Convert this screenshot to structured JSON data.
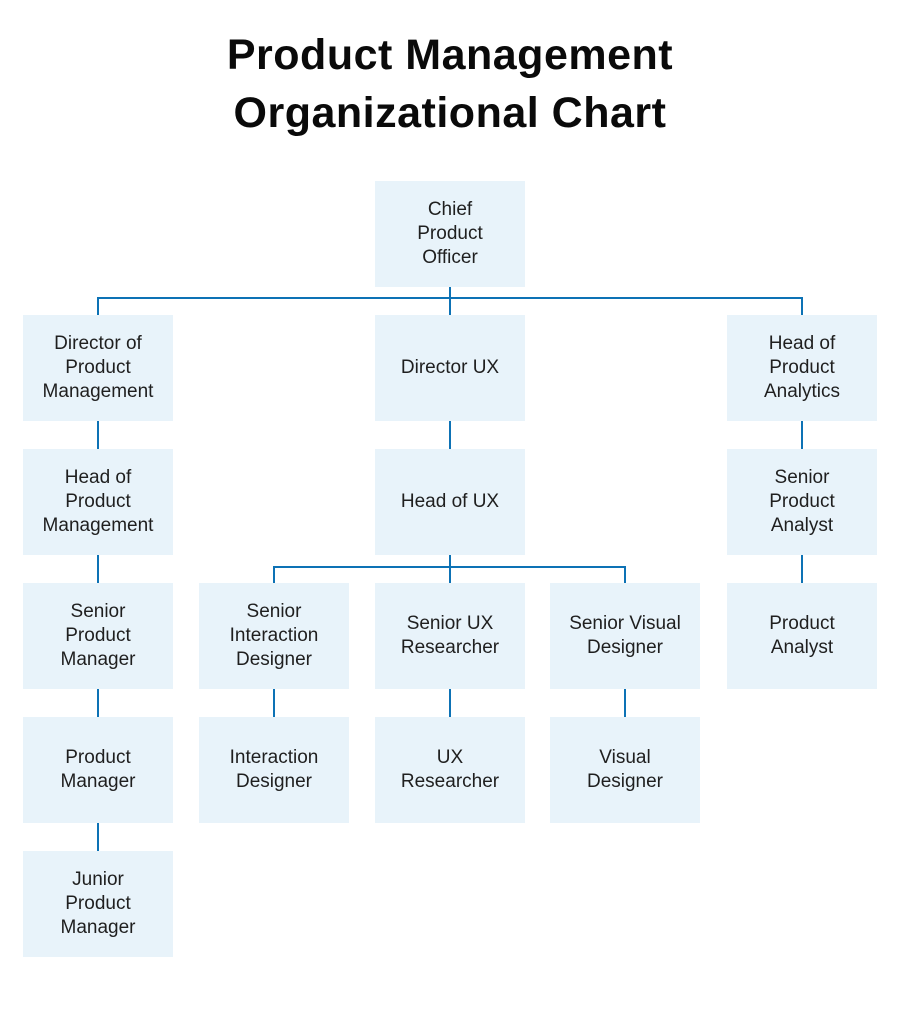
{
  "title": "Product Management\nOrganizational Chart",
  "colors": {
    "background": "#ffffff",
    "node_fill": "#e8f3fa",
    "connector_line": "#0d72b5",
    "title_text": "#0a0a0a",
    "node_text": "#1f1f1f"
  },
  "nodes": {
    "chief-product-officer": {
      "label": "Chief\nProduct\nOfficer"
    },
    "director-of-product-management": {
      "label": "Director of\nProduct\nManagement"
    },
    "director-ux": {
      "label": "Director UX"
    },
    "head-of-product-analytics": {
      "label": "Head of\nProduct\nAnalytics"
    },
    "head-of-product-management": {
      "label": "Head of\nProduct\nManagement"
    },
    "head-of-ux": {
      "label": "Head of UX"
    },
    "senior-product-analyst": {
      "label": "Senior\nProduct\nAnalyst"
    },
    "senior-product-manager": {
      "label": "Senior\nProduct\nManager"
    },
    "senior-interaction-designer": {
      "label": "Senior\nInteraction\nDesigner"
    },
    "senior-ux-researcher": {
      "label": "Senior UX\nResearcher"
    },
    "senior-visual-designer": {
      "label": "Senior Visual\nDesigner"
    },
    "product-analyst": {
      "label": "Product\nAnalyst"
    },
    "product-manager": {
      "label": "Product\nManager"
    },
    "interaction-designer": {
      "label": "Interaction\nDesigner"
    },
    "ux-researcher": {
      "label": "UX\nResearcher"
    },
    "visual-designer": {
      "label": "Visual\nDesigner"
    },
    "junior-product-manager": {
      "label": "Junior\nProduct\nManager"
    }
  },
  "edges": [
    [
      "chief-product-officer",
      "director-of-product-management"
    ],
    [
      "chief-product-officer",
      "director-ux"
    ],
    [
      "chief-product-officer",
      "head-of-product-analytics"
    ],
    [
      "director-of-product-management",
      "head-of-product-management"
    ],
    [
      "head-of-product-management",
      "senior-product-manager"
    ],
    [
      "senior-product-manager",
      "product-manager"
    ],
    [
      "product-manager",
      "junior-product-manager"
    ],
    [
      "director-ux",
      "head-of-ux"
    ],
    [
      "head-of-ux",
      "senior-interaction-designer"
    ],
    [
      "head-of-ux",
      "senior-ux-researcher"
    ],
    [
      "head-of-ux",
      "senior-visual-designer"
    ],
    [
      "senior-interaction-designer",
      "interaction-designer"
    ],
    [
      "senior-ux-researcher",
      "ux-researcher"
    ],
    [
      "senior-visual-designer",
      "visual-designer"
    ],
    [
      "head-of-product-analytics",
      "senior-product-analyst"
    ],
    [
      "senior-product-analyst",
      "product-analyst"
    ]
  ]
}
